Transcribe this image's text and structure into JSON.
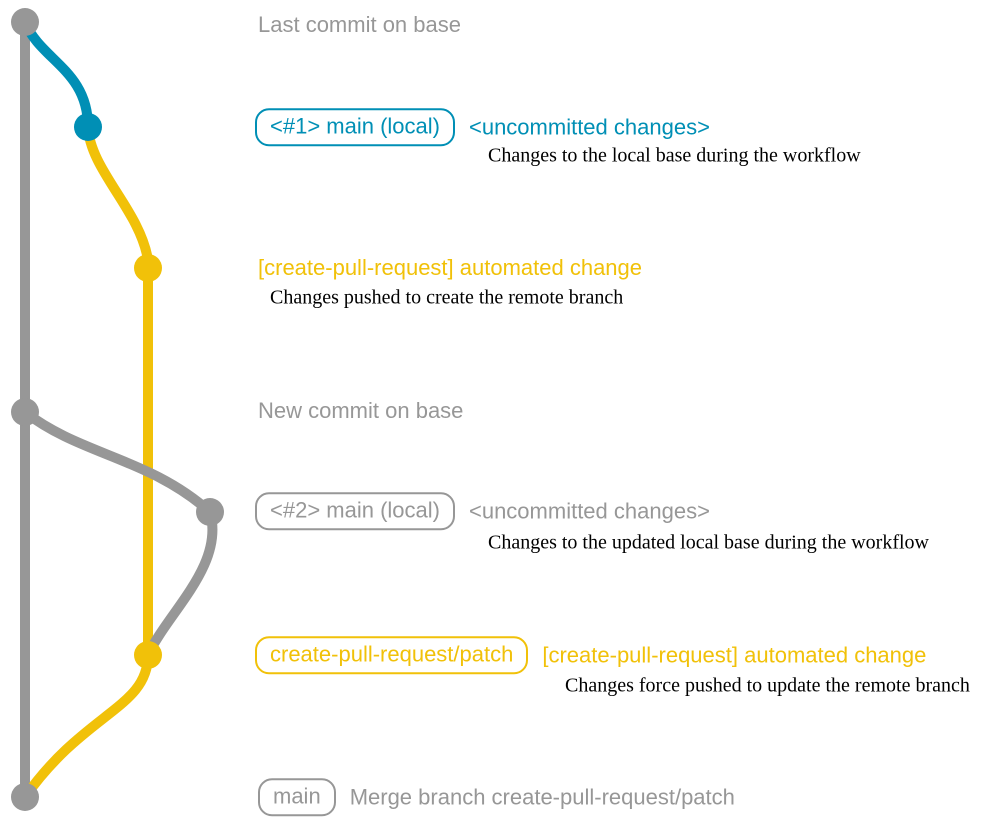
{
  "colors": {
    "base_branch": "#979797",
    "local_branch": "#008fb5",
    "remote_branch": "#f1c109",
    "annotation_text": "#000000",
    "background": "#ffffff"
  },
  "rows": {
    "r1": {
      "text": "Last commit on base"
    },
    "r2": {
      "badge": "<#1> main (local)",
      "message": "<uncommitted changes>",
      "note": "Changes to the local base during the workflow"
    },
    "r3": {
      "message": "[create-pull-request] automated change",
      "note": "Changes pushed to create the remote branch"
    },
    "r4": {
      "text": "New commit on base"
    },
    "r5": {
      "badge": "<#2> main (local)",
      "message": "<uncommitted changes>",
      "note": "Changes to the updated local base during the workflow"
    },
    "r6": {
      "badge": "create-pull-request/patch",
      "message": "[create-pull-request] automated change",
      "note": "Changes force pushed to update the remote branch"
    },
    "r7": {
      "badge": "main",
      "message": "Merge branch create-pull-request/patch"
    }
  },
  "graph": {
    "commits": [
      {
        "name": "last-commit-on-base",
        "branch": "base",
        "color": "#979797"
      },
      {
        "name": "main-local-1",
        "branch": "local-main",
        "color": "#008fb5"
      },
      {
        "name": "automated-change-1",
        "branch": "create-pull-request/patch",
        "color": "#f1c109"
      },
      {
        "name": "new-commit-on-base",
        "branch": "base",
        "color": "#979797"
      },
      {
        "name": "main-local-2",
        "branch": "local-main",
        "color": "#979797"
      },
      {
        "name": "automated-change-2",
        "branch": "create-pull-request/patch",
        "color": "#f1c109"
      },
      {
        "name": "merge-commit",
        "branch": "base",
        "color": "#979797"
      }
    ]
  }
}
